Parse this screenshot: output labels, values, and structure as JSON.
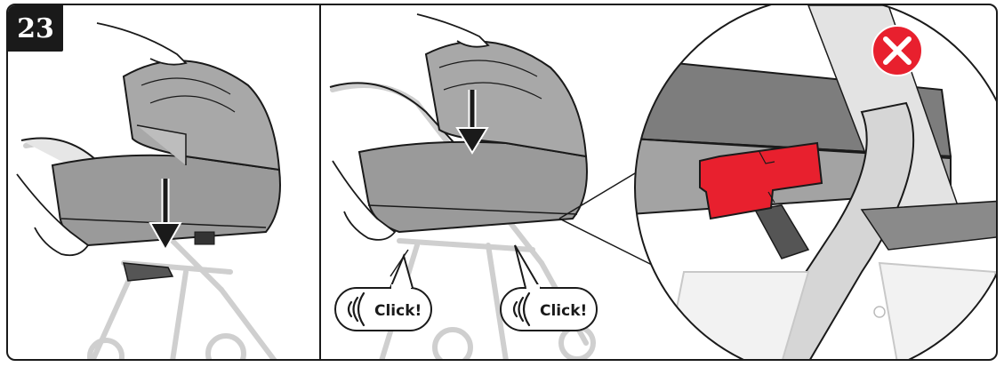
{
  "step": {
    "number": "23"
  },
  "callouts": [
    {
      "label": "Click!"
    },
    {
      "label": "Click!"
    }
  ],
  "colors": {
    "line": "#1a1a1a",
    "fabric": "#9a9a9a",
    "fabric_dark": "#7a7a7a",
    "frame_light": "#d9d9d9",
    "latch_red": "#e8202e",
    "error_red": "#e8202e"
  },
  "icons": {
    "error": "x-mark-in-red-circle",
    "sound": "sound-waves-icon",
    "arrow": "down-arrow"
  }
}
